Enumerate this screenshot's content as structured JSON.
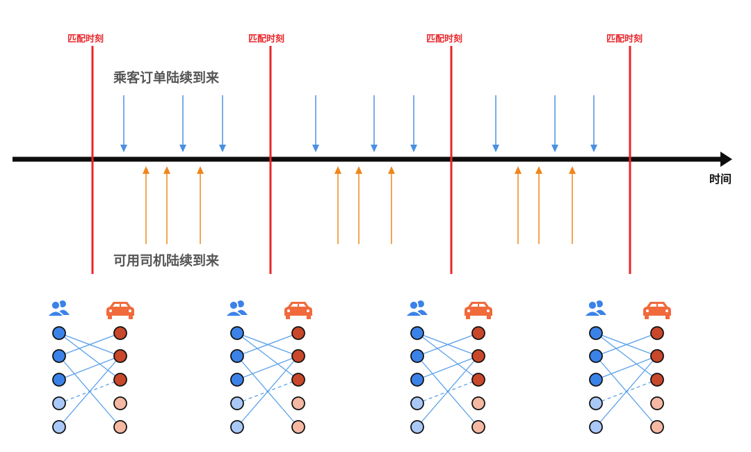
{
  "labels": {
    "match_moment": "匹配时刻",
    "passenger_stream": "乘客订单陆续到来",
    "driver_stream": "可用司机陆续到来",
    "time_axis": "时间"
  },
  "colors": {
    "match_line": "#e8262a",
    "timeline": "#0d0d0d",
    "passenger_arrow": "#4a90e2",
    "driver_arrow": "#f0851c",
    "passenger_node_active": "#3b82e8",
    "passenger_node_inactive": "#a9c8f5",
    "driver_node_active": "#c9472a",
    "driver_node_inactive": "#f5b8a3",
    "edge": "#5aa0ea",
    "passenger_icon": "#3b82e8",
    "driver_icon": "#f06a3c"
  },
  "icons": {
    "passenger": "users-icon",
    "driver": "car-icon"
  },
  "match_moments": 4,
  "panels": [
    {
      "passenger_nodes": [
        "active",
        "active",
        "active",
        "inactive",
        "inactive"
      ],
      "driver_nodes": [
        "active",
        "active",
        "active",
        "inactive",
        "inactive"
      ],
      "edges": [
        {
          "p": 0,
          "d": 1,
          "style": "solid"
        },
        {
          "p": 0,
          "d": 2,
          "style": "solid"
        },
        {
          "p": 1,
          "d": 0,
          "style": "solid"
        },
        {
          "p": 1,
          "d": 4,
          "style": "solid"
        },
        {
          "p": 2,
          "d": 1,
          "style": "solid"
        },
        {
          "p": 3,
          "d": 2,
          "style": "dashed"
        },
        {
          "p": 4,
          "d": 1,
          "style": "solid"
        }
      ]
    },
    {
      "passenger_nodes": [
        "active",
        "active",
        "active",
        "inactive",
        "inactive"
      ],
      "driver_nodes": [
        "active",
        "active",
        "active",
        "inactive",
        "inactive"
      ],
      "edges": [
        {
          "p": 0,
          "d": 1,
          "style": "solid"
        },
        {
          "p": 0,
          "d": 2,
          "style": "solid"
        },
        {
          "p": 1,
          "d": 0,
          "style": "solid"
        },
        {
          "p": 1,
          "d": 4,
          "style": "solid"
        },
        {
          "p": 2,
          "d": 1,
          "style": "solid"
        },
        {
          "p": 3,
          "d": 2,
          "style": "dashed"
        },
        {
          "p": 4,
          "d": 1,
          "style": "solid"
        }
      ]
    },
    {
      "passenger_nodes": [
        "active",
        "active",
        "active",
        "inactive",
        "inactive"
      ],
      "driver_nodes": [
        "active",
        "active",
        "active",
        "inactive",
        "inactive"
      ],
      "edges": [
        {
          "p": 0,
          "d": 1,
          "style": "solid"
        },
        {
          "p": 0,
          "d": 2,
          "style": "solid"
        },
        {
          "p": 1,
          "d": 0,
          "style": "solid"
        },
        {
          "p": 1,
          "d": 4,
          "style": "solid"
        },
        {
          "p": 2,
          "d": 1,
          "style": "solid"
        },
        {
          "p": 3,
          "d": 2,
          "style": "dashed"
        },
        {
          "p": 4,
          "d": 1,
          "style": "solid"
        }
      ]
    },
    {
      "passenger_nodes": [
        "active",
        "active",
        "active",
        "inactive",
        "inactive"
      ],
      "driver_nodes": [
        "active",
        "active",
        "active",
        "inactive",
        "inactive"
      ],
      "edges": [
        {
          "p": 0,
          "d": 1,
          "style": "solid"
        },
        {
          "p": 0,
          "d": 2,
          "style": "solid"
        },
        {
          "p": 1,
          "d": 0,
          "style": "solid"
        },
        {
          "p": 1,
          "d": 4,
          "style": "solid"
        },
        {
          "p": 2,
          "d": 1,
          "style": "solid"
        },
        {
          "p": 3,
          "d": 2,
          "style": "dashed"
        },
        {
          "p": 4,
          "d": 1,
          "style": "solid"
        }
      ]
    }
  ]
}
